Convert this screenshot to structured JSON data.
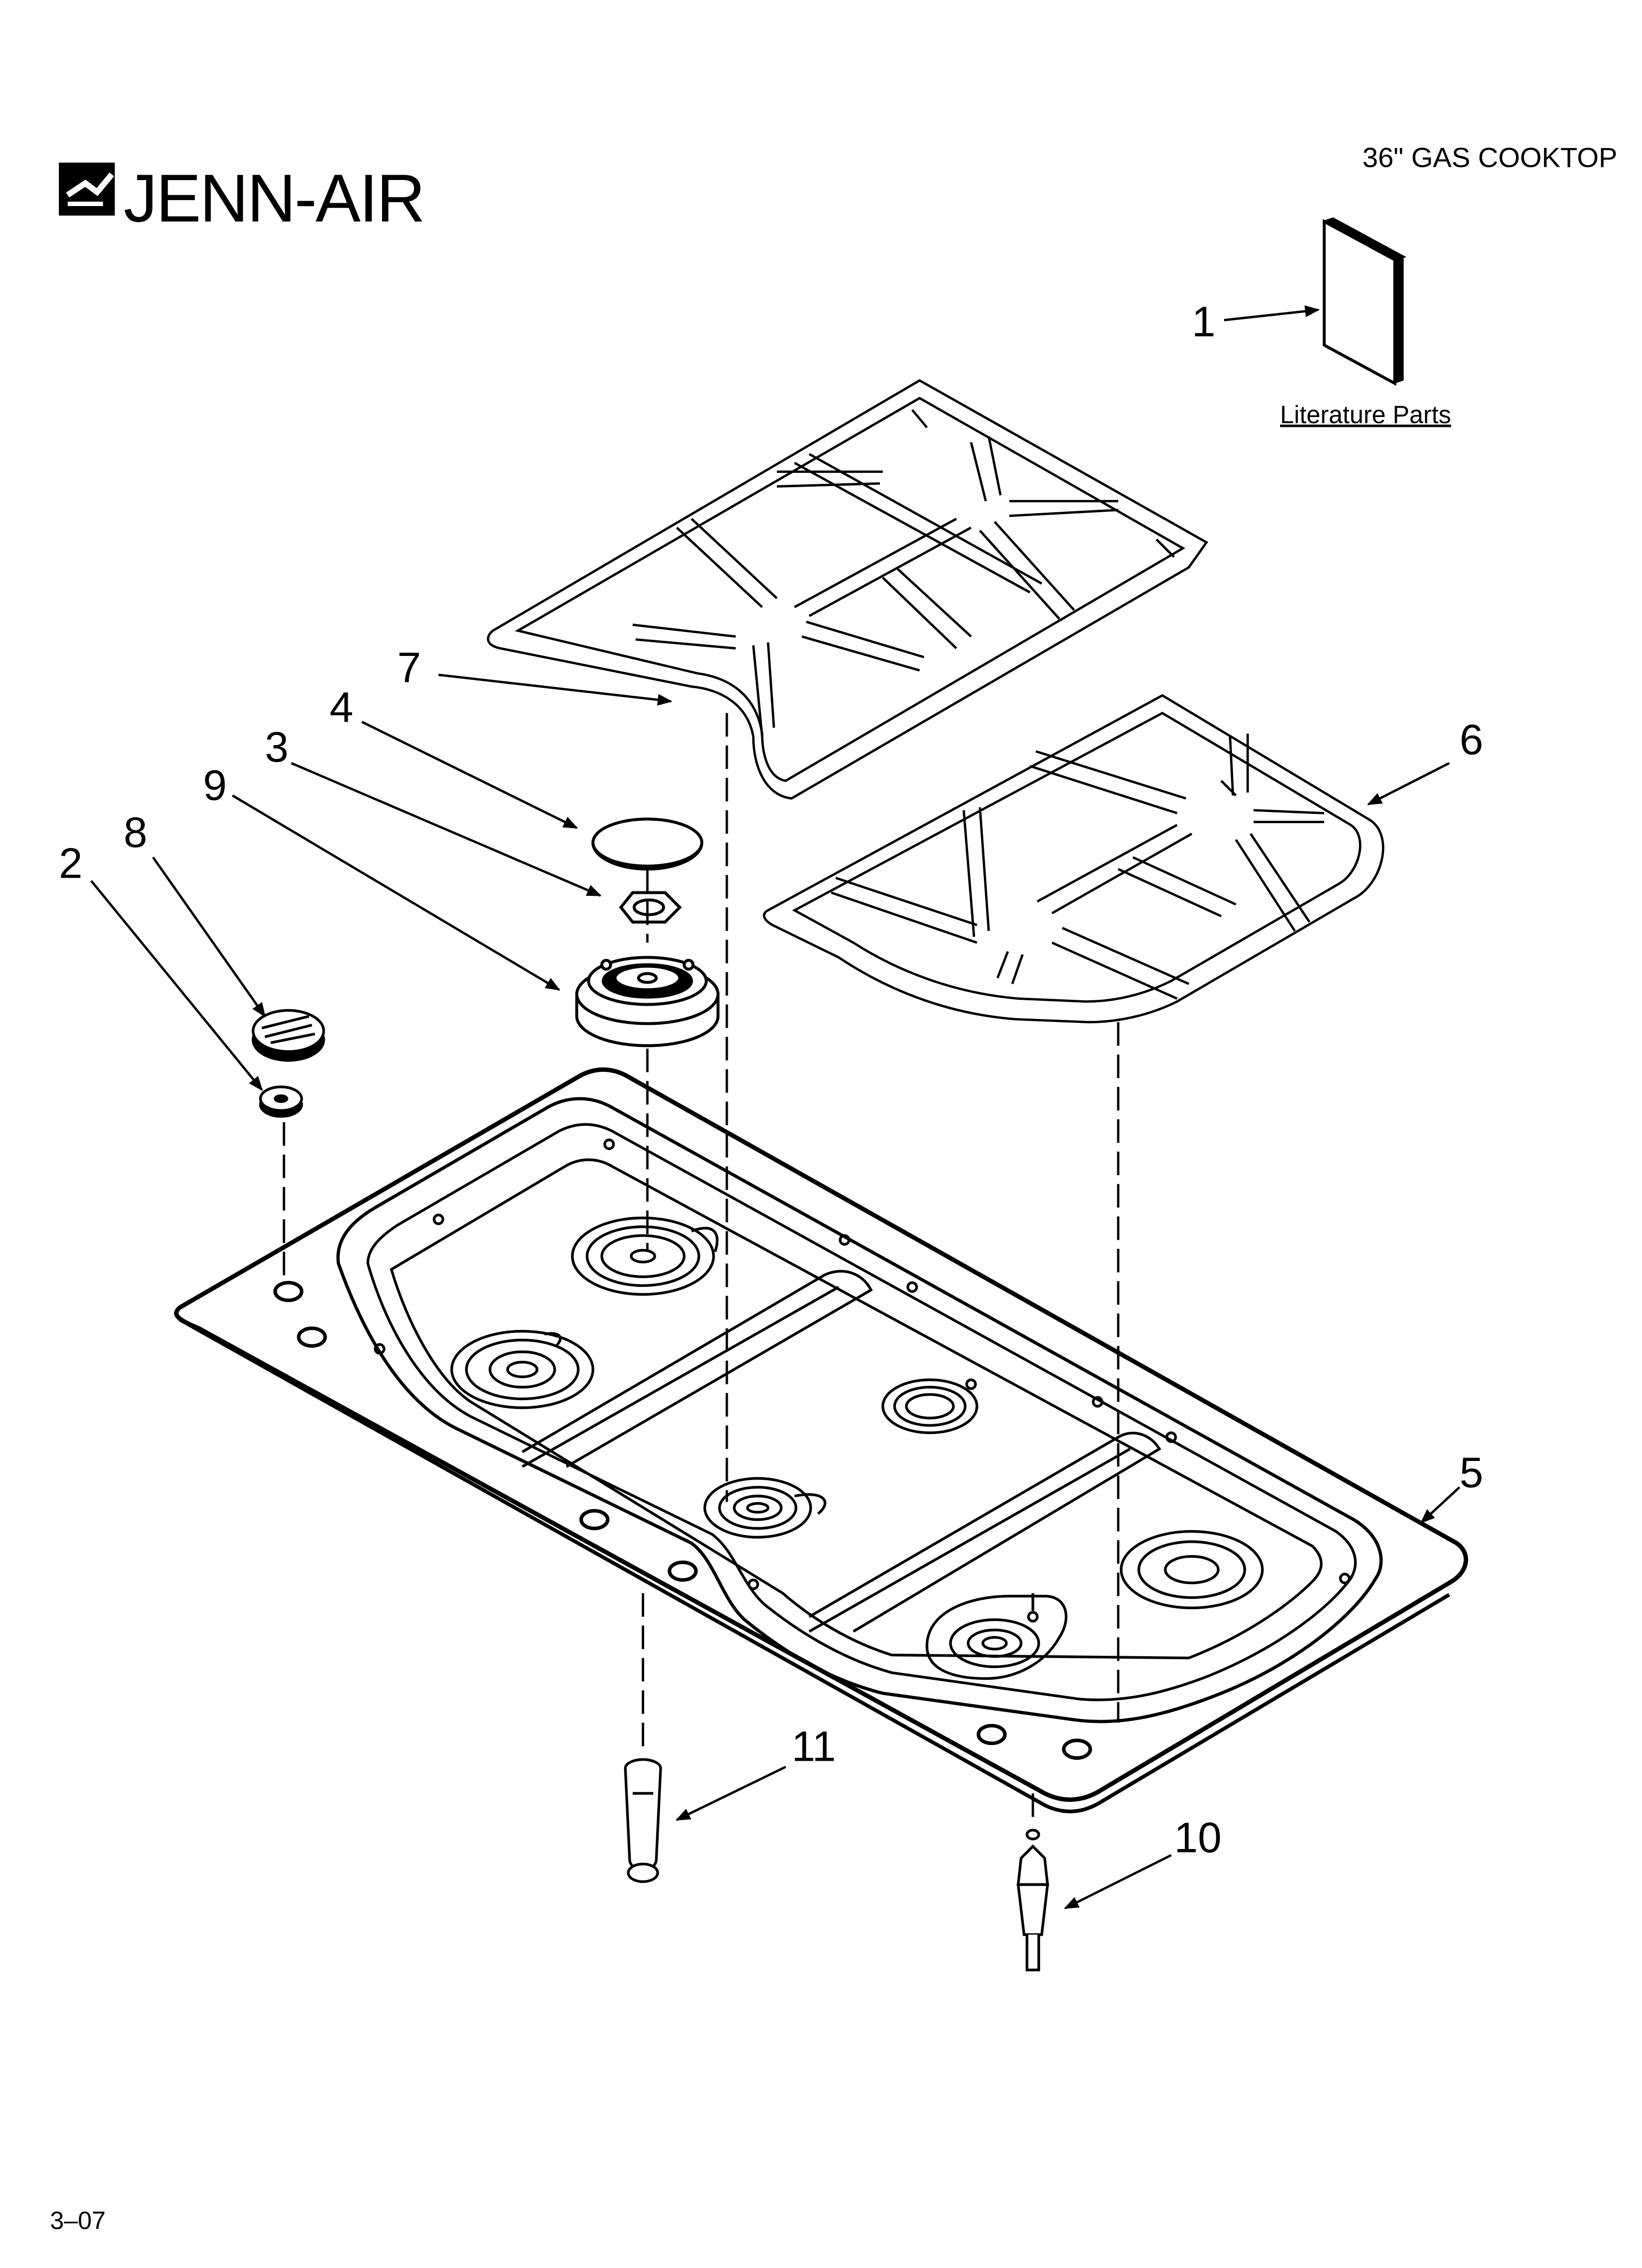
{
  "header": {
    "brand": "JENN-AIR",
    "title": "36\" GAS COOKTOP"
  },
  "literature": {
    "label": "Literature Parts"
  },
  "callouts": [
    "1",
    "2",
    "3",
    "4",
    "5",
    "6",
    "7",
    "8",
    "9",
    "10",
    "11"
  ],
  "footer": {
    "code": "3–07"
  }
}
